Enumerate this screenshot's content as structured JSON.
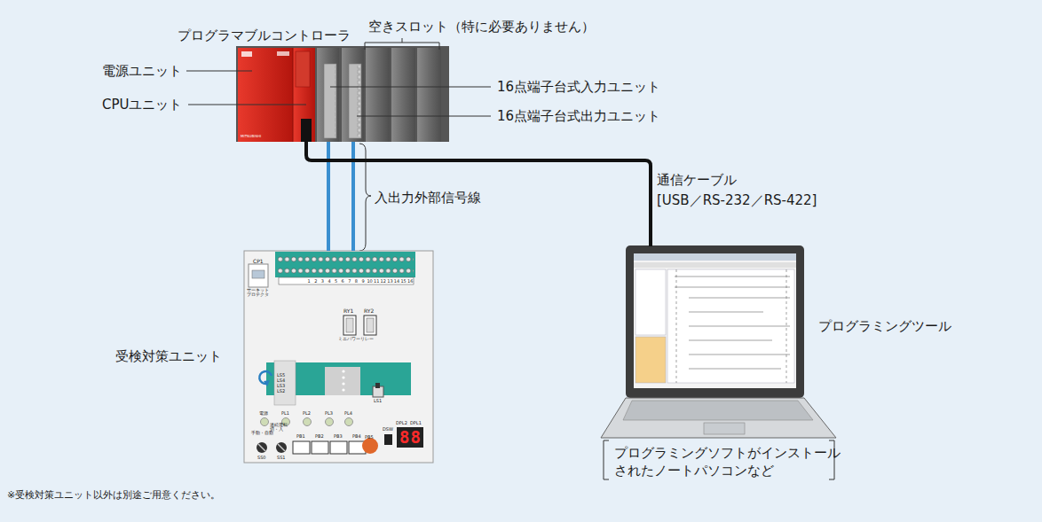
{
  "diagram": {
    "nodes": [
      {
        "text": [
          "プログラマブルコントローラ"
        ]
      },
      {
        "text": [
          "受検対策ユニット"
        ]
      },
      {
        "text": [
          "プログラミングツール",
          "プログラミングソフトがインストール されたノートパソコンなど"
        ]
      }
    ],
    "edges": [
      {
        "from": 0,
        "to": 1,
        "arrow": "none",
        "label": "入出力外部信号線"
      },
      {
        "from": 0,
        "to": 2,
        "arrow": "none",
        "label": "通信ケーブル"
      }
    ],
    "labels": [
      "空きスロット（特に必要ありません）",
      "電源ユニット",
      "CPUユニット",
      "16点端子台式入力ユニット",
      "16点端子台式出力ユニット",
      "[USB／RS-232／RS-422]",
      "※受検対策ユニット以外は別途ご用意ください。",
      "MITSUBISHI",
      "CP1",
      "サーキットプロテクタ",
      "1",
      "2",
      "3",
      "4",
      "5",
      "6",
      "7",
      "8",
      "9",
      "10",
      "11",
      "12",
      "13",
      "14",
      "15",
      "16",
      "RY1",
      "RY2",
      "ミニパワーリレー",
      "LS5",
      "LS4",
      "LS3",
      "LS2",
      "LS1",
      "電源",
      "PL1",
      "PL2",
      "PL3",
      "PL4",
      "手動・自動",
      "連続運転 切・入",
      "SS0",
      "SS1",
      "PB1",
      "PB2",
      "PB3",
      "PB4",
      "PB5",
      "DSW",
      "DPL2",
      "DPL1",
      "88"
    ]
  }
}
